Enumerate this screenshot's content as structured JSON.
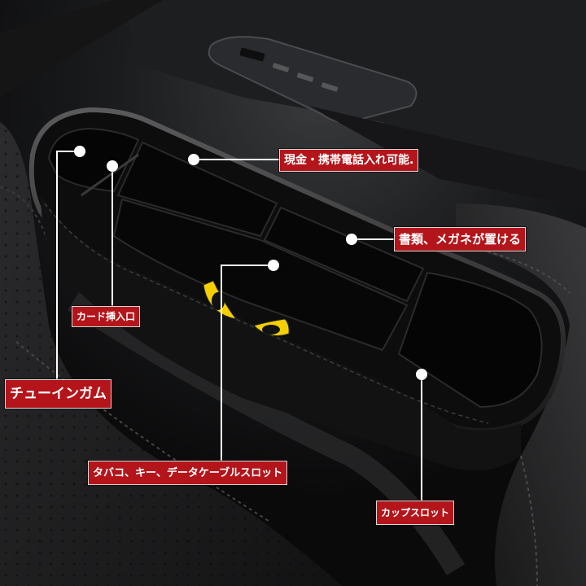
{
  "labels": {
    "cash_phone": "現金・携帯電話入れ可能.",
    "books_glasses": "書類、メガネが置ける",
    "card": "カード挿入口",
    "gum": "チューインガム",
    "cigarettes_cables": "タバコ、キー、データケーブルスロット",
    "cup": "カップスロット"
  },
  "colors": {
    "label_bg": "#b3151b",
    "label_text": "#ffffff",
    "leader_line": "#ffffff",
    "eye_yellow": "#f5d000",
    "box_body": "#0d0d0d"
  }
}
